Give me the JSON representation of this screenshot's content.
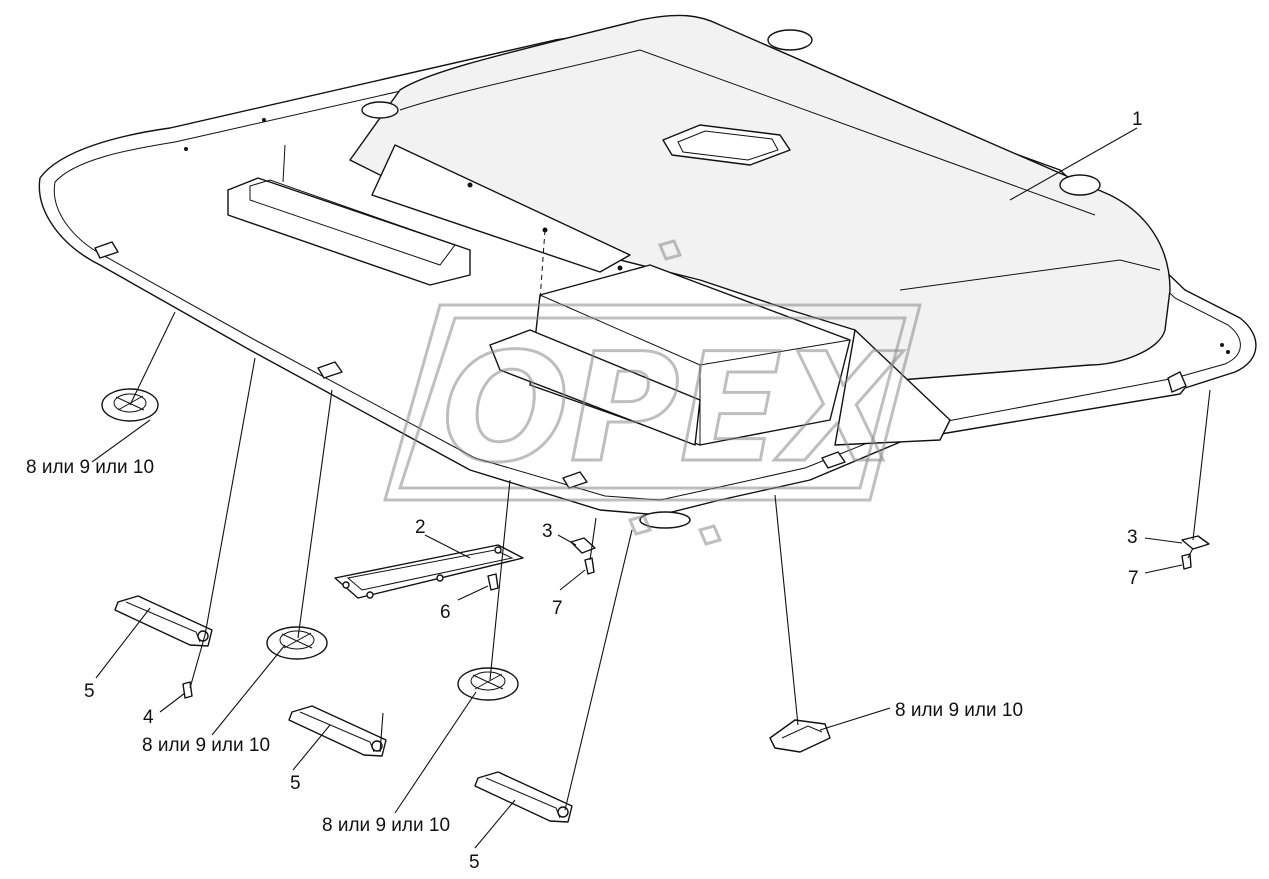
{
  "watermark": "OPEX",
  "callouts": [
    {
      "id": "1",
      "text": "1"
    },
    {
      "id": "2",
      "text": "2"
    },
    {
      "id": "3a",
      "text": "3"
    },
    {
      "id": "3b",
      "text": "3"
    },
    {
      "id": "4",
      "text": "4"
    },
    {
      "id": "5a",
      "text": "5"
    },
    {
      "id": "5b",
      "text": "5"
    },
    {
      "id": "5c",
      "text": "5"
    },
    {
      "id": "6",
      "text": "6"
    },
    {
      "id": "7a",
      "text": "7"
    },
    {
      "id": "7b",
      "text": "7"
    },
    {
      "id": "8a",
      "text": "8 или 9 или 10"
    },
    {
      "id": "8b",
      "text": "8 или 9 или 10"
    },
    {
      "id": "8c",
      "text": "8 или 9 или 10"
    },
    {
      "id": "8d",
      "text": "8 или 9 или 10"
    }
  ]
}
